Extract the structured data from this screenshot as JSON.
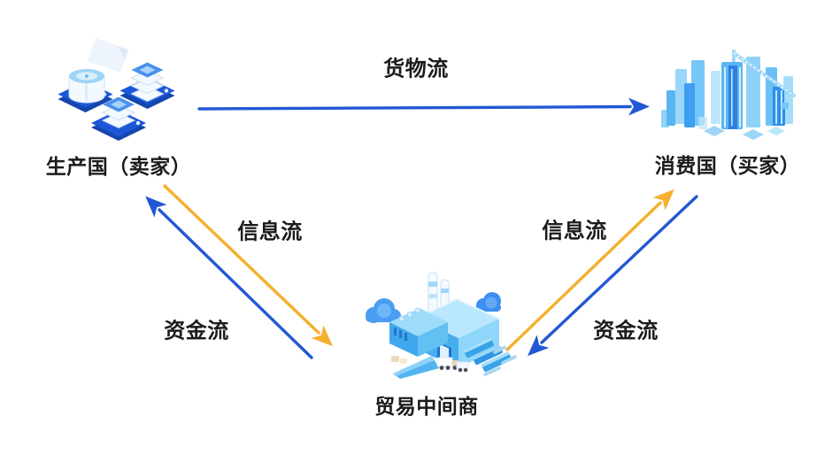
{
  "diagram": {
    "background_color": "#ffffff",
    "colors": {
      "flow_blue": "#2158d4",
      "flow_yellow": "#f4b02e",
      "label_text": "#1b1b1b",
      "icon_dark_blue": "#1b57d8",
      "icon_sky_blue": "#57b7f3",
      "icon_light_blue": "#b9e7fd"
    },
    "nodes": {
      "producer": {
        "label": "生产国（卖家）",
        "icon": "producer-warehouse-icon"
      },
      "consumer": {
        "label": "消费国（买家）",
        "icon": "consumer-city-icon"
      },
      "intermediary": {
        "label": "贸易中间商",
        "icon": "intermediary-factory-icon"
      }
    },
    "flows": {
      "goods": {
        "label": "货物流",
        "from": "生产国（卖家）",
        "to": "消费国（买家）",
        "color": "#2158d4"
      },
      "info_left": {
        "label": "信息流",
        "from": "生产国（卖家）",
        "to": "贸易中间商",
        "color": "#f4b02e"
      },
      "funds_left": {
        "label": "资金流",
        "from": "贸易中间商",
        "to": "生产国（卖家）",
        "color": "#2158d4"
      },
      "info_right": {
        "label": "信息流",
        "from": "贸易中间商",
        "to": "消费国（买家）",
        "color": "#f4b02e"
      },
      "funds_right": {
        "label": "资金流",
        "from": "消费国（买家）",
        "to": "贸易中间商",
        "color": "#2158d4"
      }
    }
  }
}
